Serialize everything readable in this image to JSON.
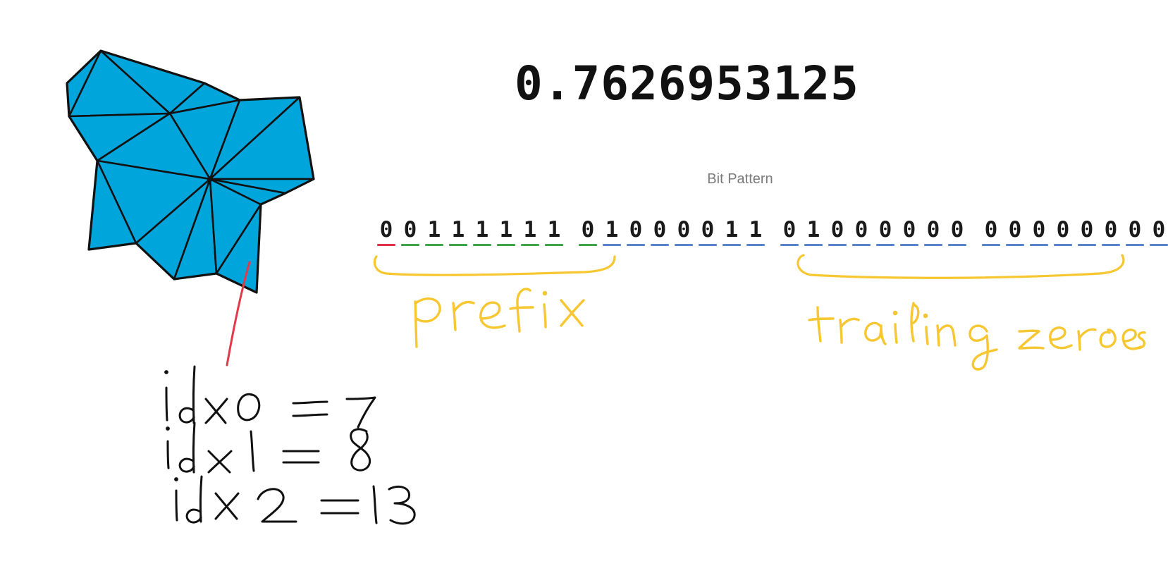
{
  "value": "0.7626953125",
  "bit_pattern_label": "Bit Pattern",
  "bit_bytes": [
    "00111111",
    "01000011",
    "01000000",
    "00000000"
  ],
  "bit_colors": {
    "sign": "#e0334a",
    "exponent": "#3ea54b",
    "mantissa": "#5c84cc"
  },
  "annotations": {
    "prefix": "prefix",
    "trailing": "trailing zeroes",
    "indices": [
      "idx0 = 7",
      "idx1 = 8",
      "idx2 = 13"
    ]
  },
  "colors": {
    "mesh_fill": "#00a5dc",
    "mesh_edge": "#111111",
    "annotation_yellow": "#f6c731",
    "pointer_red": "#e23a4a",
    "handwriting": "#111111"
  }
}
